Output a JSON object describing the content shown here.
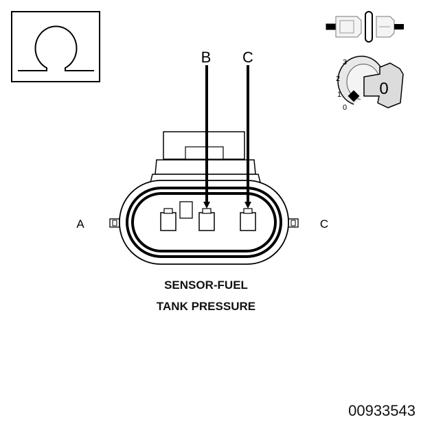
{
  "meter_symbol": {
    "icon": "ohm-icon",
    "glyph": "Ω"
  },
  "connector_icon": {
    "icon": "disconnected-connector-icon"
  },
  "ignition_key": {
    "icon": "ignition-key-icon",
    "positions": [
      "3",
      "2",
      "1",
      "0"
    ],
    "selected": "0"
  },
  "probes": [
    {
      "label": "B"
    },
    {
      "label": "C"
    }
  ],
  "terminals": {
    "left": "A",
    "right": "C"
  },
  "caption": {
    "line1": "SENSOR-FUEL",
    "line2": "TANK PRESSURE"
  },
  "figure_code": "00933543"
}
